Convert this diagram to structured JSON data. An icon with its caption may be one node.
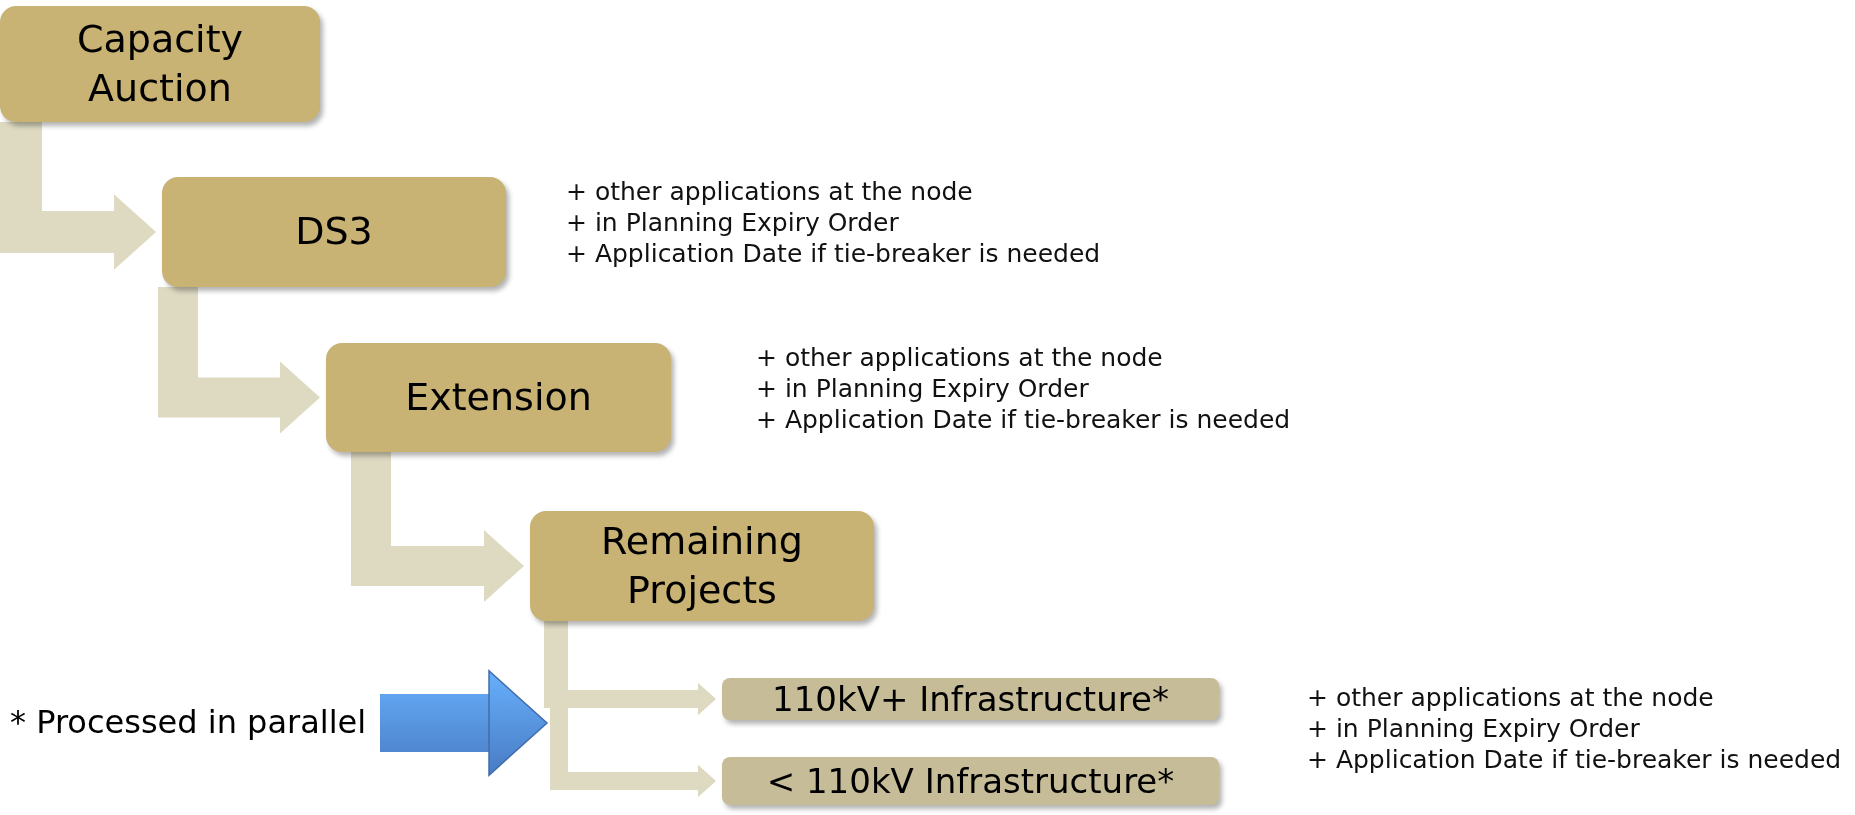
{
  "diagram": {
    "nodes": [
      {
        "text": [
          "Capacity Auction"
        ]
      },
      {
        "text": [
          "DS3"
        ],
        "beside": [
          "+ other applications at the node",
          "+ in Planning Expiry Order",
          "+ Application Date if tie-breaker is needed"
        ]
      },
      {
        "text": [
          "Extension"
        ],
        "beside": [
          "+ other applications at the node",
          "+ in Planning Expiry Order",
          "+ Application Date if tie-breaker is needed"
        ]
      },
      {
        "text": [
          "Remaining Projects"
        ]
      },
      {
        "text": [
          "110kV+ Infrastructure*"
        ]
      },
      {
        "text": [
          "< 110kV Infrastructure*"
        ]
      },
      {
        "text": [
          "* Processed in parallel"
        ]
      }
    ],
    "edges": [
      {
        "from": 0,
        "to": 1,
        "arrow": "to"
      },
      {
        "from": 1,
        "to": 2,
        "arrow": "to"
      },
      {
        "from": 2,
        "to": 3,
        "arrow": "to"
      },
      {
        "from": 3,
        "to": 4,
        "arrow": "to"
      },
      {
        "from": 3,
        "to": 5,
        "arrow": "to"
      },
      {
        "from": 6,
        "to": null,
        "arrow": "to",
        "color": "#4f86d6"
      }
    ],
    "labels": [
      "+ other applications at the node",
      "+ in Planning Expiry Order",
      "+ Application Date if tie-breaker is needed"
    ]
  }
}
